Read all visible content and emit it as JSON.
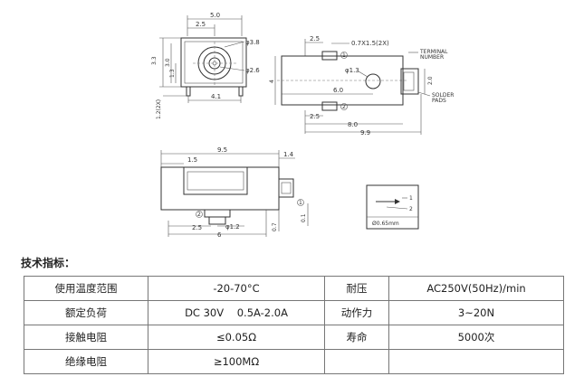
{
  "drawing": {
    "front": {
      "dim_top_total": "5.0",
      "dim_top_half": "2.5",
      "dim_h1": "3.3",
      "dim_h2": "3.0",
      "dim_h3": "1.3",
      "dim_lead": "1.2(2X)",
      "dim_bottom": "4.1",
      "dia_outer": "φ3.8",
      "dia_inner": "φ2.6"
    },
    "side": {
      "dim_25": "2.5",
      "dim_07": "0.7X1.5(2X)",
      "dim_4": "4",
      "dia_13": "φ1.3",
      "dim_60": "6.0",
      "dim_25b": "2.5",
      "dim_80": "8.0",
      "dim_99": "9.9",
      "dim_20": "2.0",
      "terminal_number": "TERMINAL\nNUMBER",
      "solder_pads": "SOLDER\nPADS",
      "pin1": "1",
      "pin2": "2"
    },
    "bottom": {
      "dim_95": "9.5",
      "dim_14": "1.4",
      "dim_15": "1.5",
      "pin1": "1",
      "pin2": "2",
      "dim_25": "2.5",
      "dim_12": "φ1.2",
      "dim_07": "0.7",
      "dim_01": "0.1",
      "dim_6": "6"
    },
    "schematic": {
      "pin1": "1",
      "pin2": "2",
      "dia": "Ø0.65mm"
    }
  },
  "spec": {
    "title": "技术指标：",
    "rows": [
      [
        "使用温度范围",
        "-20-70°C",
        "耐压",
        "AC250V(50Hz)/min"
      ],
      [
        "额定负荷",
        "DC 30V    0.5A-2.0A",
        "动作力",
        "3~20N"
      ],
      [
        "接触电阻",
        "≤0.05Ω",
        "寿命",
        "5000次"
      ],
      [
        "绝缘电阻",
        "≥100MΩ",
        "",
        ""
      ]
    ]
  }
}
